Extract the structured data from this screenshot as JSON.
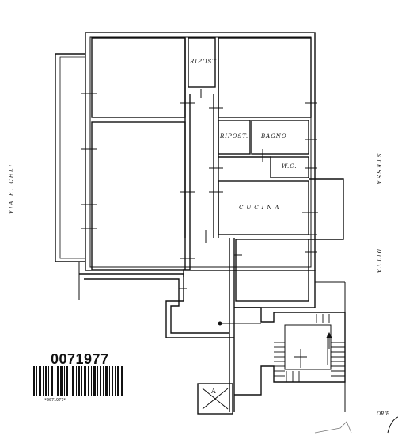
{
  "document_id": "0071977",
  "barcode_caption": "*0071977*",
  "room_labels": {
    "ripost_top": "RIPOST.",
    "ripost_mid": "RIPOST.",
    "bagno": "BAGNO",
    "wc": "W.C.",
    "cucina": "CUCINA",
    "stair_marker": "A"
  },
  "street_labels": {
    "left": "VIA E. CELI",
    "right_top": "STESSA",
    "right_bottom": "DITTA"
  },
  "orientation_label": "ORIE",
  "colors": {
    "ink": "#111111",
    "paper": "#ffffff"
  }
}
